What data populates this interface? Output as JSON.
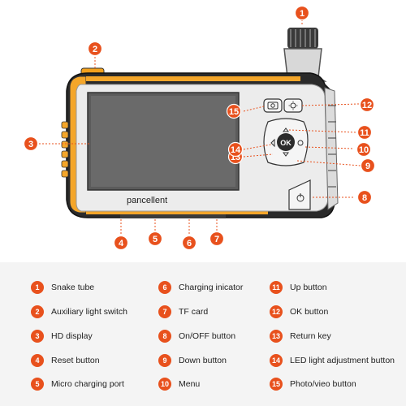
{
  "brand": "pancellent",
  "accent_color": "#e8511d",
  "callouts": [
    "1",
    "2",
    "3",
    "4",
    "5",
    "6",
    "7",
    "8",
    "9",
    "10",
    "11",
    "12",
    "13",
    "14",
    "15"
  ],
  "legend": [
    {
      "num": "1",
      "label": "Snake tube"
    },
    {
      "num": "2",
      "label": "Auxiliary light switch"
    },
    {
      "num": "3",
      "label": "HD display"
    },
    {
      "num": "4",
      "label": "Reset button"
    },
    {
      "num": "5",
      "label": "Micro charging port"
    },
    {
      "num": "6",
      "label": "Charging inicator"
    },
    {
      "num": "7",
      "label": "TF card"
    },
    {
      "num": "8",
      "label": "On/OFF button"
    },
    {
      "num": "9",
      "label": "Down button"
    },
    {
      "num": "10",
      "label": "Menu"
    },
    {
      "num": "11",
      "label": "Up button"
    },
    {
      "num": "12",
      "label": "OK button"
    },
    {
      "num": "13",
      "label": "Return key"
    },
    {
      "num": "14",
      "label": "LED light adjustment button"
    },
    {
      "num": "15",
      "label": "Photo/vieo button"
    }
  ],
  "buttons": {
    "ok": "OK"
  },
  "icons": [
    "camera-icon",
    "sun-icon",
    "up-arrow-icon",
    "down-arrow-icon",
    "back-arrow-icon",
    "brightness-icon",
    "power-icon"
  ]
}
